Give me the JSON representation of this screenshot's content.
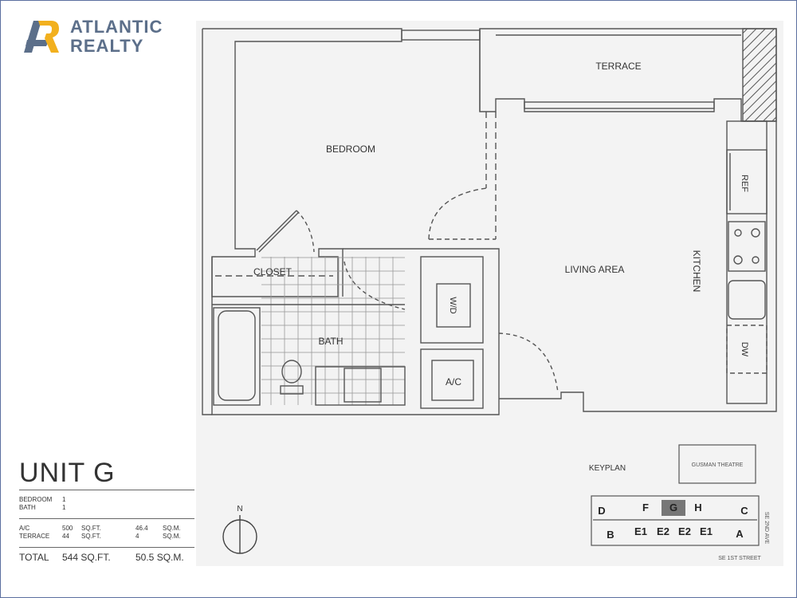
{
  "brand": {
    "name_line1": "ATLANTIC",
    "name_line2": "REALTY",
    "colors": {
      "logo_dark": "#5c6f8a",
      "logo_gold": "#f2b01e",
      "frame": "#5b6fa0"
    }
  },
  "unit": {
    "title": "UNIT G"
  },
  "specs": {
    "bedroom_label": "BEDROOM",
    "bedroom_value": "1",
    "bath_label": "BATH",
    "bath_value": "1",
    "ac_label": "A/C",
    "ac_sqft": "500",
    "ac_sqft_unit": "SQ.FT.",
    "ac_sqm": "46.4",
    "ac_sqm_unit": "SQ.M.",
    "terrace_label": "TERRACE",
    "terrace_sqft": "44",
    "terrace_sqft_unit": "SQ.FT.",
    "terrace_sqm": "4",
    "terrace_sqm_unit": "SQ.M.",
    "total_label": "TOTAL",
    "total_sqft": "544 SQ.FT.",
    "total_sqm": "50.5 SQ.M."
  },
  "plan": {
    "rooms": {
      "terrace": "TERRACE",
      "bedroom": "BEDROOM",
      "living": "LIVING AREA",
      "kitchen": "KITCHEN",
      "closet": "CLOSET",
      "bath": "BATH",
      "wd": "W/D",
      "ac": "A/C",
      "ref": "REF",
      "dw": "DW"
    },
    "compass_label": "N"
  },
  "keyplan": {
    "label": "KEYPLAN",
    "theatre": "GUSMAN THEATRE",
    "street_bottom": "SE 1ST STREET",
    "street_side": "SE 2ND AVE",
    "top_row": [
      "D",
      "F",
      "G",
      "H",
      "C"
    ],
    "bottom_row": [
      "B",
      "E1",
      "E2",
      "E2",
      "E1",
      "A"
    ],
    "highlighted": "G",
    "highlight_color": "#777777"
  }
}
